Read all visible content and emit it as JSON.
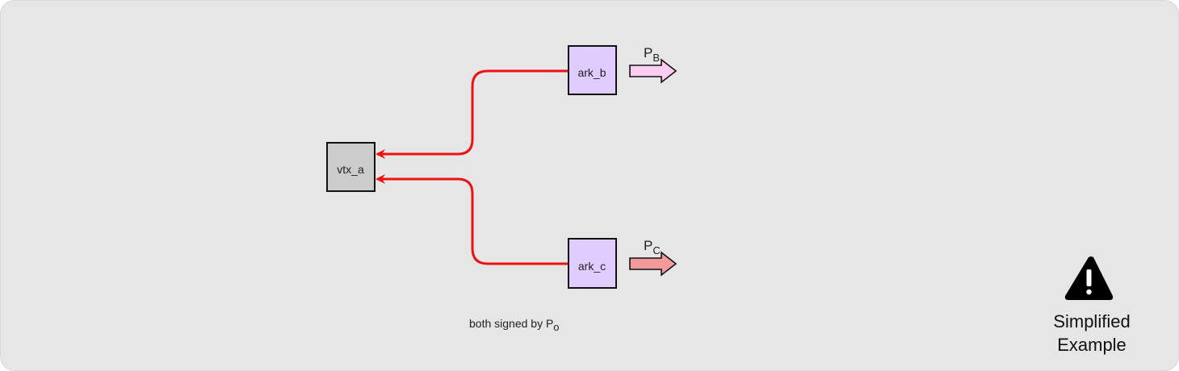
{
  "nodes": {
    "vtx_a": {
      "label": "vtx_a",
      "fill": "#cccccc"
    },
    "ark_b": {
      "label": "ark_b",
      "fill": "#e1ccff"
    },
    "ark_c": {
      "label": "ark_c",
      "fill": "#e1ccff"
    }
  },
  "outputs": {
    "pb": {
      "main": "P",
      "sub": "B",
      "fill": "#ffccf2"
    },
    "pc": {
      "main": "P",
      "sub": "C",
      "fill": "#f59a9a"
    }
  },
  "edge_color": "#ee1111",
  "footnote": {
    "text": "both signed by P",
    "sub": "o"
  },
  "warning": {
    "icon": "warning-icon",
    "line1": "Simplified",
    "line2": "Example"
  }
}
